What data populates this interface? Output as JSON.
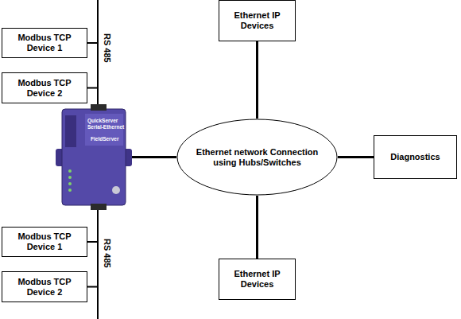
{
  "diagram": {
    "nodes": [
      {
        "text": [
          "Ethernet IP Devices"
        ]
      },
      {
        "text": [
          "Modbus TCP Device 1"
        ]
      },
      {
        "text": [
          "Modbus TCP Device 2"
        ]
      },
      {
        "text": [
          "QuickServer",
          "Serial-Ethernet",
          "FieldServer"
        ]
      },
      {
        "text": [
          "Ethernet network Connection using Hubs/Switches"
        ]
      },
      {
        "text": [
          "Diagnostics"
        ]
      },
      {
        "text": [
          "Modbus TCP Device 1"
        ]
      },
      {
        "text": [
          "Ethernet IP Devices"
        ]
      },
      {
        "text": [
          "Modbus TCP Device 2"
        ]
      }
    ],
    "edges": [
      {
        "from": 1,
        "to": 3,
        "arrow": "none"
      },
      {
        "from": 2,
        "to": 3,
        "arrow": "none"
      },
      {
        "from": 6,
        "to": 3,
        "arrow": "none"
      },
      {
        "from": 8,
        "to": 3,
        "arrow": "none"
      },
      {
        "from": 3,
        "to": 4,
        "arrow": "none"
      },
      {
        "from": 4,
        "to": 0,
        "arrow": "none"
      },
      {
        "from": 4,
        "to": 5,
        "arrow": "none"
      },
      {
        "from": 4,
        "to": 7,
        "arrow": "none"
      }
    ],
    "labels": [
      "RS 485",
      "RS 485"
    ]
  }
}
